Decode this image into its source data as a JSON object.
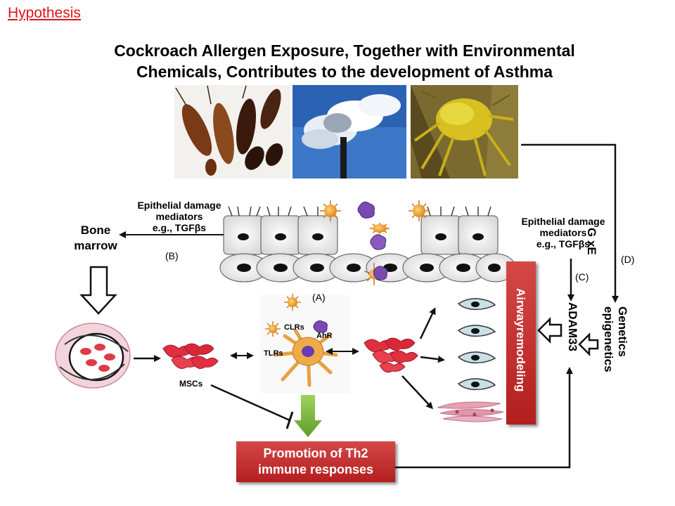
{
  "heading": "Hypothesis",
  "title": {
    "line1": "Cockroach Allergen Exposure, Together with Environmental",
    "line2": "Chemicals, Contributes to the development of Asthma"
  },
  "photos": [
    "cockroaches",
    "factory smokestack",
    "dust mite"
  ],
  "labels": {
    "epi_left": [
      "Epithelial damage",
      "mediators",
      "e.g., TGFβs"
    ],
    "bone_marrow": [
      "Bone",
      "marrow"
    ],
    "b": "(B)",
    "a": "(A)",
    "c": "(C)",
    "d": "(D)",
    "epi_right": [
      "Epithelial damage",
      "mediators",
      "e.g., TGFβs"
    ],
    "gxe": "G xE",
    "genetics": [
      "Genetics",
      "epigenetics"
    ],
    "adam33": "ADAM33",
    "airway": "Airwayremodeling",
    "clrs": "CLRs",
    "ahr": "AhR",
    "tlrs": "TLRs",
    "mscs": "MSCs",
    "th2": [
      "Promotion of Th2",
      "immune responses"
    ]
  },
  "colors": {
    "heading": "#e0141b",
    "red_box": "#c23232",
    "green_arrow": "#7cb83a",
    "dendritic": "#e8a040",
    "msc": "#e03040"
  }
}
